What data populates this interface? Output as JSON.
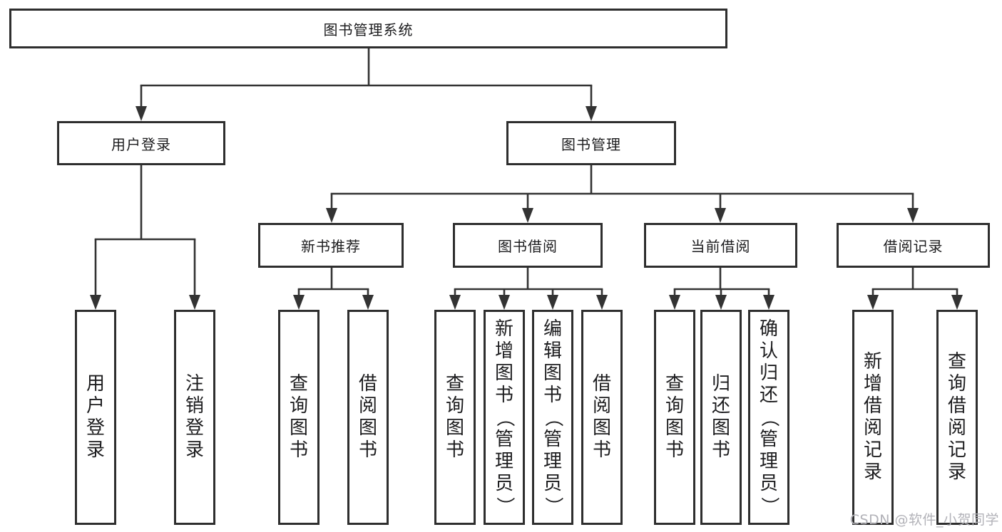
{
  "diagram": {
    "title": "图书管理系统",
    "root": {
      "label": "图书管理系统"
    },
    "level2": [
      {
        "label": "用户登录"
      },
      {
        "label": "图书管理"
      }
    ],
    "level3": [
      {
        "label": "新书推荐"
      },
      {
        "label": "图书借阅"
      },
      {
        "label": "当前借阅"
      },
      {
        "label": "借阅记录"
      }
    ],
    "leaves": {
      "user_login": [
        "用户登录",
        "注销登录"
      ],
      "new_book": [
        "查询图书",
        "借阅图书"
      ],
      "book_borrow": [
        "查询图书",
        "新增图书（管理员）",
        "编辑图书（管理员）",
        "借阅图书"
      ],
      "current_borrow": [
        "查询图书",
        "归还图书",
        "确认归还（管理员）"
      ],
      "borrow_record": [
        "新增借阅记录",
        "查询借阅记录"
      ]
    },
    "colors": {
      "line": "#333333",
      "box_border": "#2e2e2e",
      "box_fill": "#ffffff",
      "text": "#1c1c1e",
      "watermark": "#b2b2b8"
    }
  },
  "watermark": {
    "text": "CSDN @软件_小贺同学"
  }
}
